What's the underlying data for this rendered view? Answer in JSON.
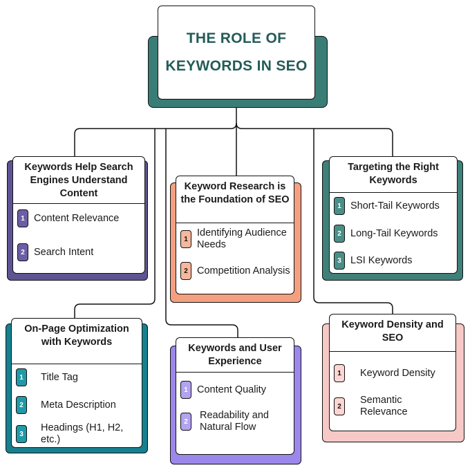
{
  "title": {
    "line1": "THE ROLE OF",
    "line2": "KEYWORDS IN SEO"
  },
  "colors": {
    "title_text": "#245c58",
    "title_shadow": "#3a7d76",
    "purple_dark": "#5f5394",
    "purple_badge": "#6c5ea6",
    "peach_shadow": "#f4a080",
    "peach_badge": "#f7b79c",
    "teal_shadow": "#3f8079",
    "teal_badge": "#4a8f87",
    "cyan_shadow": "#17808f",
    "cyan_badge": "#1f9aa8",
    "lavender_shadow": "#9b88ea",
    "lavender_badge": "#b3a3f2",
    "pink_shadow": "#f6c9c6",
    "pink_badge": "#fbd6d3"
  },
  "cards": {
    "search_engines": {
      "title": "Keywords Help Search Engines Understand Content",
      "items": [
        {
          "num": "1",
          "label": "Content Relevance"
        },
        {
          "num": "2",
          "label": "Search Intent"
        }
      ]
    },
    "research": {
      "title": "Keyword Research is the Foundation of SEO",
      "items": [
        {
          "num": "1",
          "label": "Identifying Audience Needs"
        },
        {
          "num": "2",
          "label": "Competition Analysis"
        }
      ]
    },
    "targeting": {
      "title": "Targeting the Right Keywords",
      "items": [
        {
          "num": "1",
          "label": "Short-Tail Keywords"
        },
        {
          "num": "2",
          "label": "Long-Tail Keywords"
        },
        {
          "num": "3",
          "label": "LSI Keywords"
        }
      ]
    },
    "onpage": {
      "title": "On-Page Optimization with Keywords",
      "items": [
        {
          "num": "1",
          "label": "Title Tag"
        },
        {
          "num": "2",
          "label": "Meta Description"
        },
        {
          "num": "3",
          "label": "Headings (H1, H2, etc.)"
        }
      ]
    },
    "ux": {
      "title": "Keywords and User Experience",
      "items": [
        {
          "num": "1",
          "label": "Content Quality"
        },
        {
          "num": "2",
          "label": "Readability and Natural Flow"
        }
      ]
    },
    "density": {
      "title": "Keyword Density and SEO",
      "items": [
        {
          "num": "1",
          "label": "Keyword Density"
        },
        {
          "num": "2",
          "label": "Semantic Relevance"
        }
      ]
    }
  }
}
